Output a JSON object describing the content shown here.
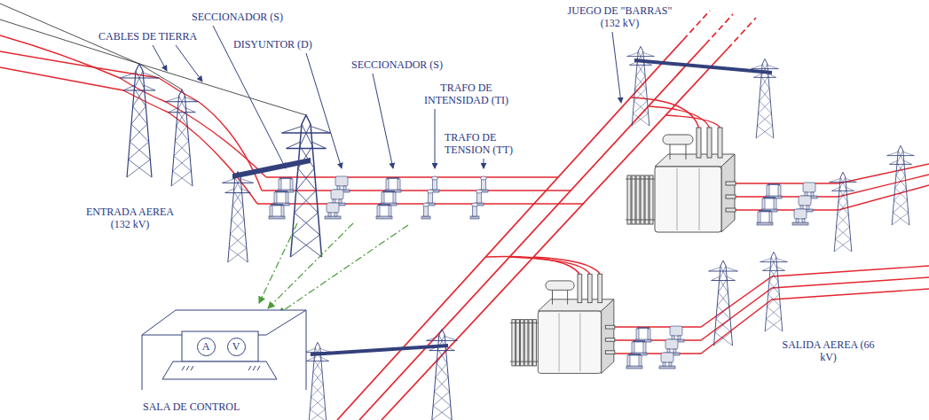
{
  "diagram": {
    "nodes": [
      {
        "text": [
          "A"
        ]
      },
      {
        "text": [
          "V"
        ]
      }
    ],
    "labels": [
      "CABLES DE TIERRA",
      "SECCIONADOR (S)",
      "DISYUNTOR (D)",
      "SECCIONADOR (S)",
      "TRAFO DE INTENSIDAD (TI)",
      "TRAFO DE TENSION (TT)",
      "JUEGO DE \"BARRAS\" (132 kV)",
      "ENTRADA AEREA (132 kV)",
      "SALA DE CONTROL",
      "SALIDA AEREA (66 kV)"
    ]
  }
}
